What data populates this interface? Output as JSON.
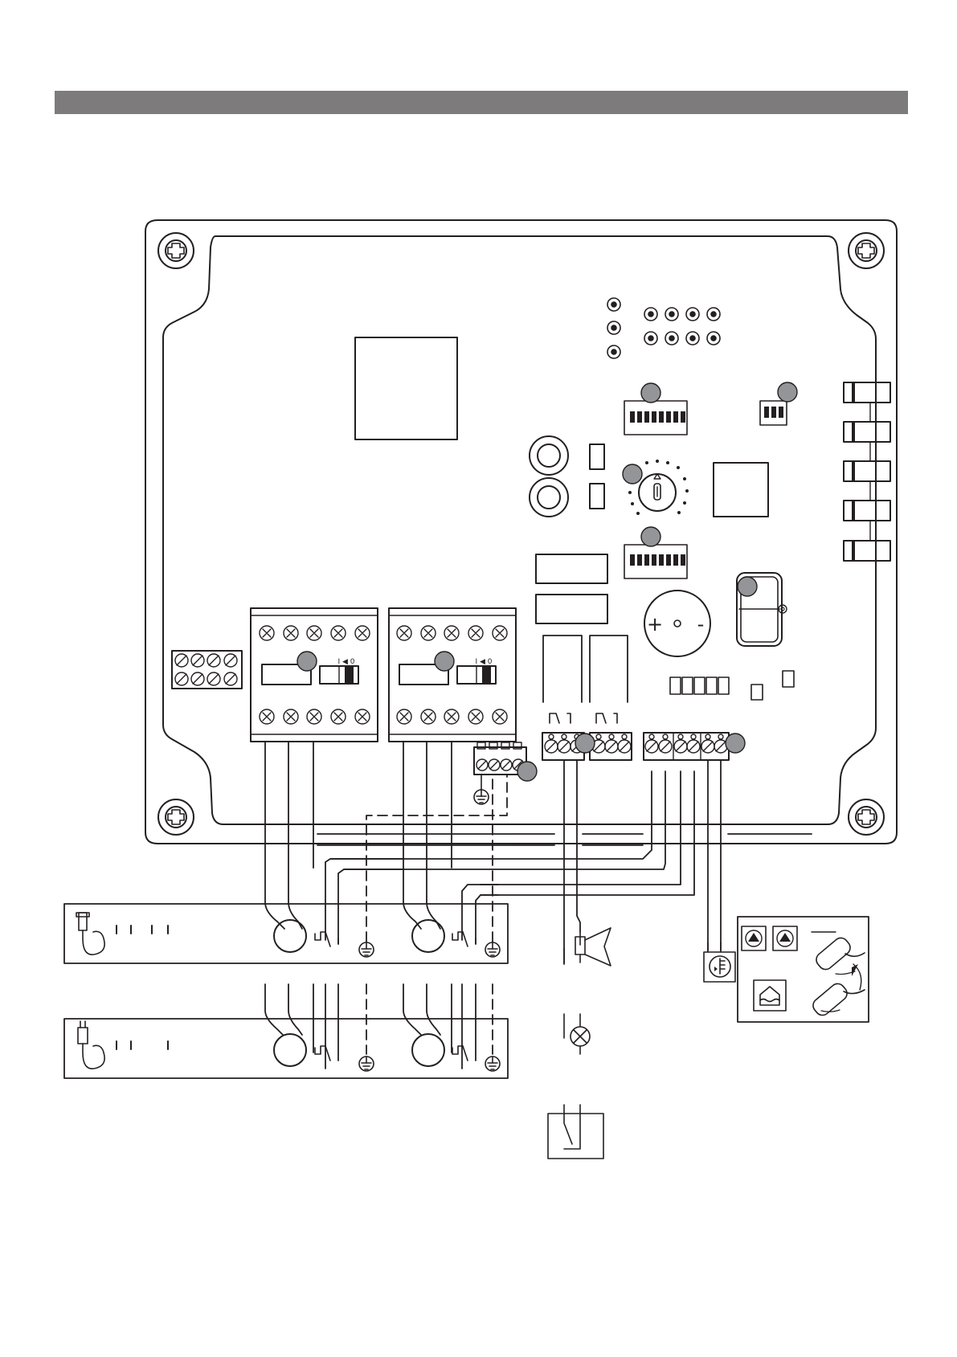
{
  "header": {
    "bar_color": "#7d7b7c"
  },
  "diagram": {
    "stroke_color": "#231f20",
    "callout_fill": "#939598",
    "dip_switch_count_large": 8,
    "dip_switch_count_small": 3,
    "led_count": 11,
    "fuse_count": 5,
    "contactor_count": 2,
    "terminal_switch_label": "I ◀ 0",
    "buzzer_plus": "+",
    "buzzer_minus": "-"
  }
}
